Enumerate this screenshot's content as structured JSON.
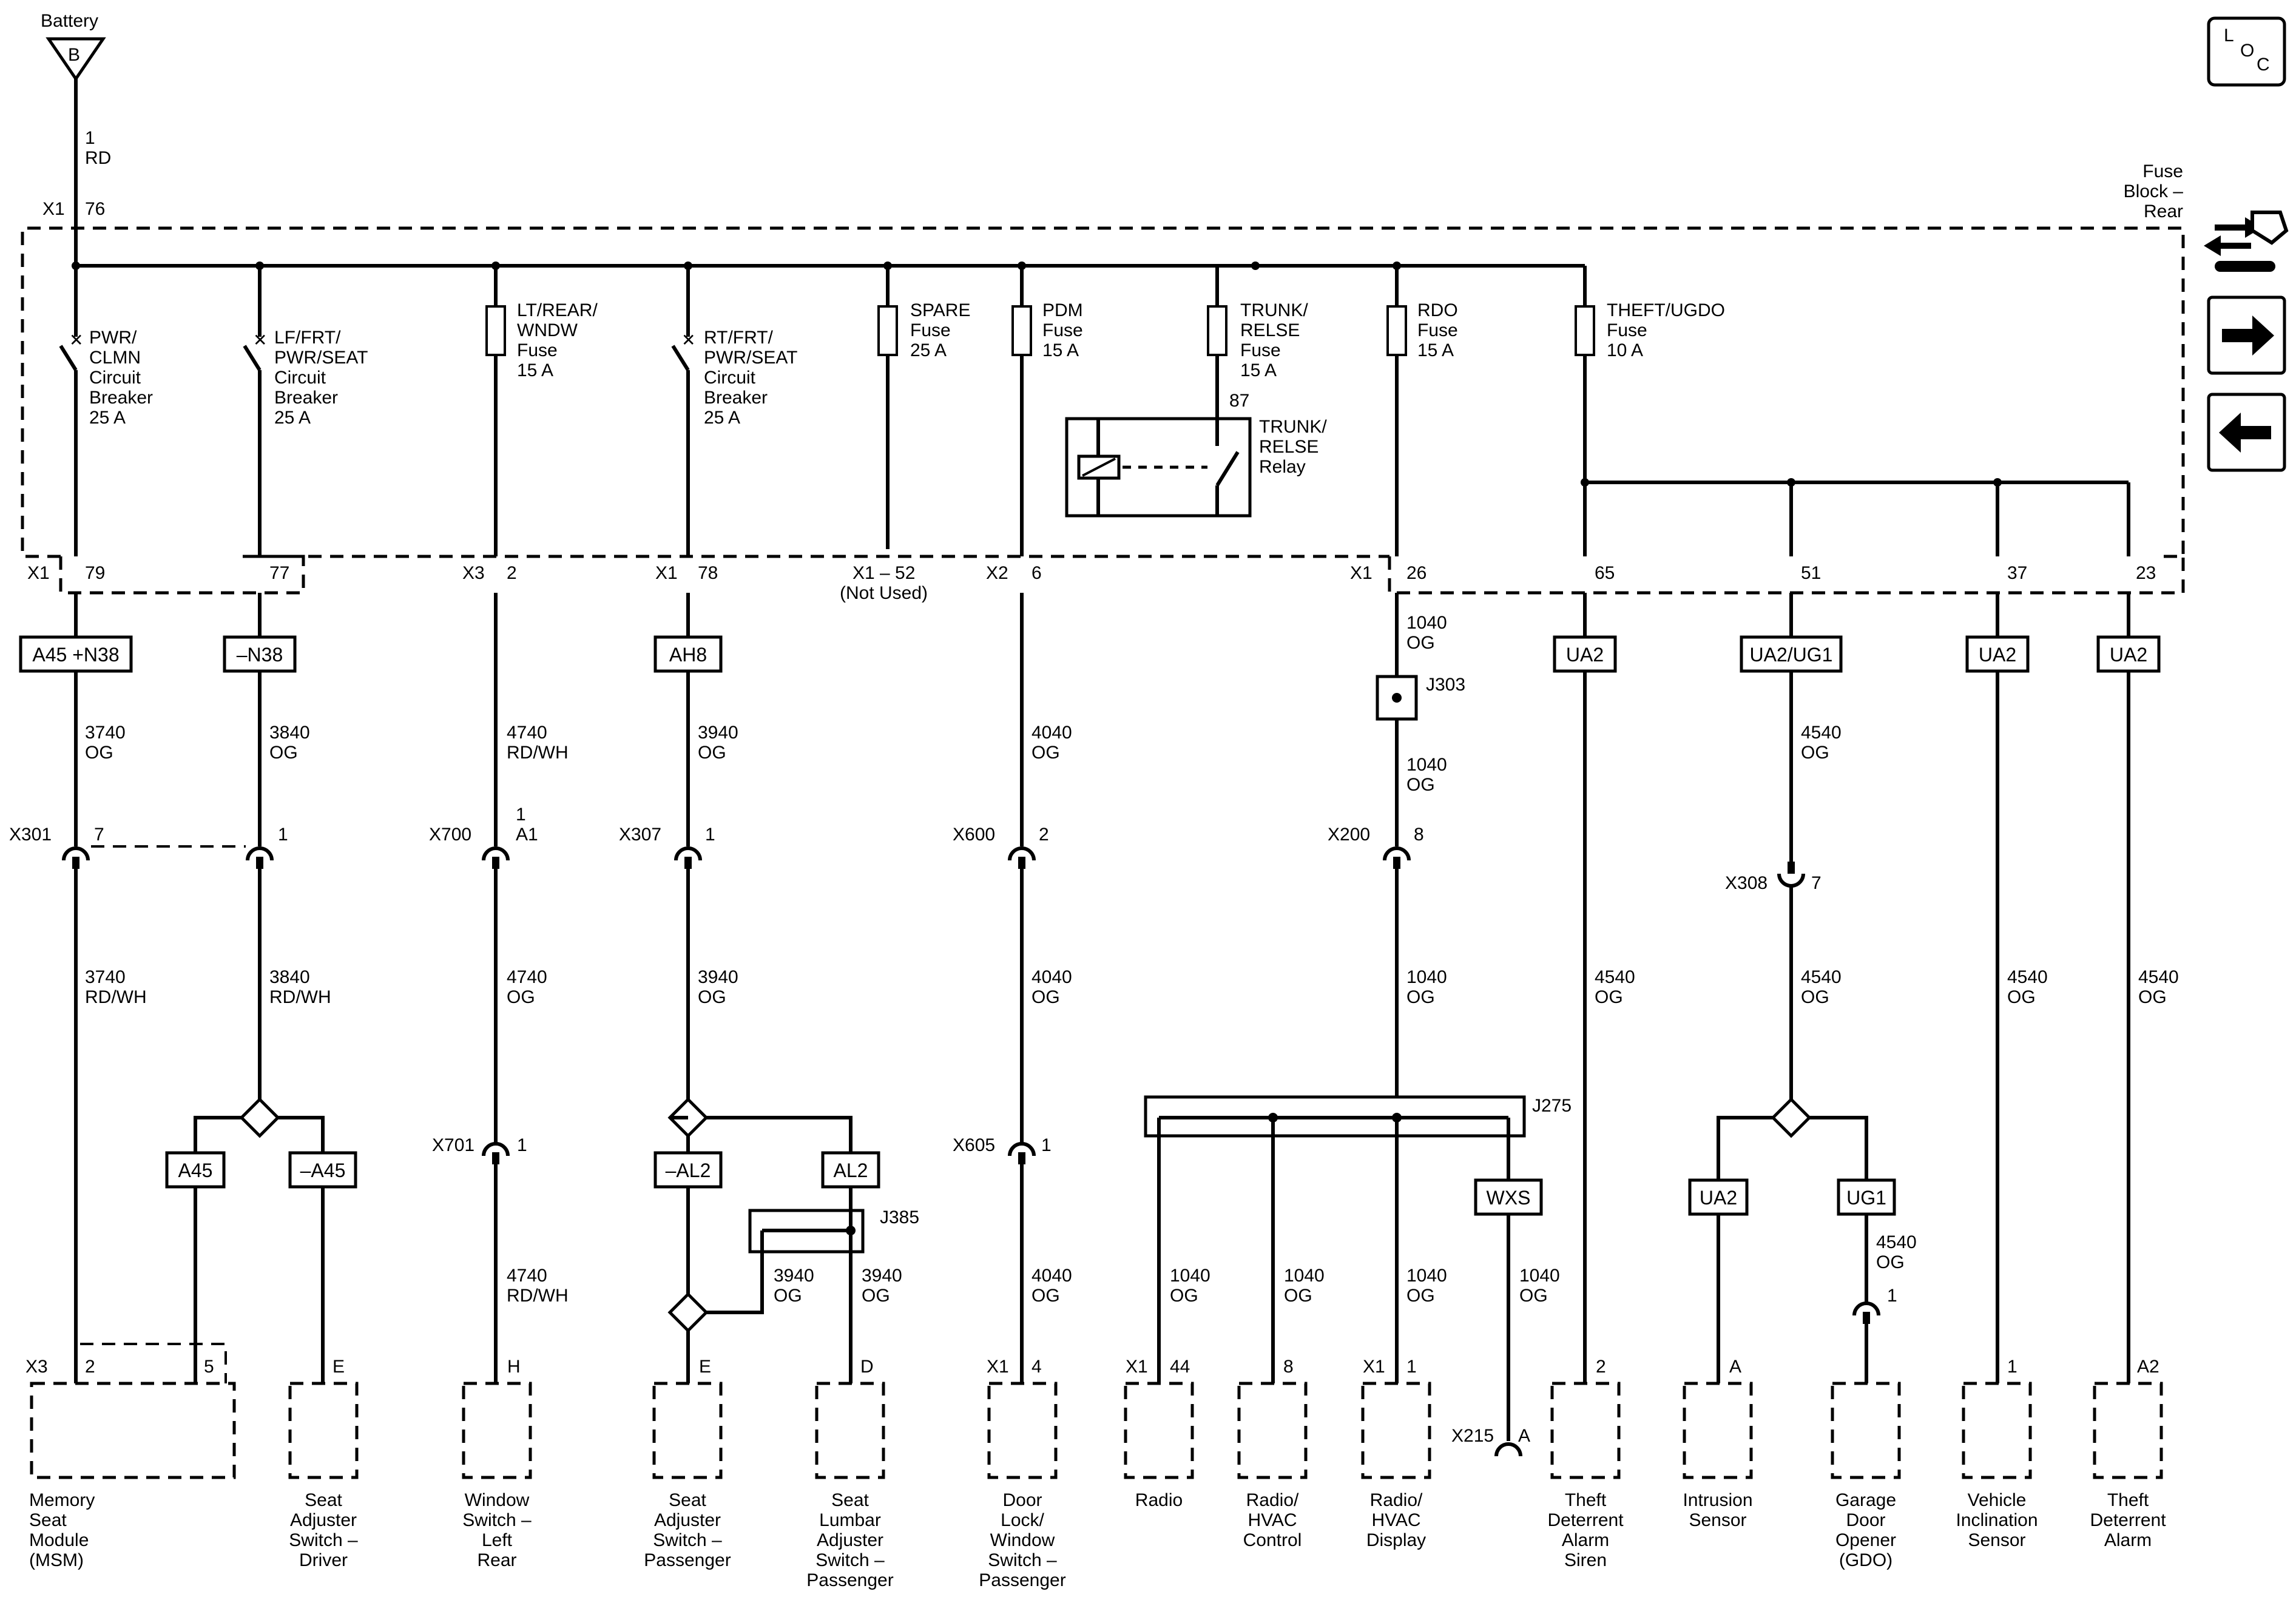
{
  "battery": {
    "label": "Battery",
    "symbol": "B",
    "wire": [
      "1",
      "RD"
    ]
  },
  "loc": [
    "L",
    "O",
    "C"
  ],
  "fuse_block": {
    "lines": [
      "Fuse",
      "Block –",
      "Rear"
    ],
    "top_connector": "X1",
    "top_pin": "76"
  },
  "devices": [
    {
      "lines": [
        "PWR/",
        "CLMN",
        "Circuit",
        "Breaker",
        "25 A"
      ]
    },
    {
      "lines": [
        "LF/FRT/",
        "PWR/SEAT",
        "Circuit",
        "Breaker",
        "25 A"
      ]
    },
    {
      "lines": [
        "LT/REAR/",
        "WNDW",
        "Fuse",
        "15 A"
      ]
    },
    {
      "lines": [
        "RT/FRT/",
        "PWR/SEAT",
        "Circuit",
        "Breaker",
        "25 A"
      ]
    },
    {
      "lines": [
        "SPARE",
        "Fuse",
        "25 A"
      ]
    },
    {
      "lines": [
        "PDM",
        "Fuse",
        "15 A"
      ]
    },
    {
      "lines": [
        "TRUNK/",
        "RELSE",
        "Fuse",
        "15 A"
      ]
    },
    {
      "lines": [
        "RDO",
        "Fuse",
        "15 A"
      ]
    },
    {
      "lines": [
        "THEFT/UGDO",
        "Fuse",
        "10 A"
      ]
    }
  ],
  "relay": {
    "lines": [
      "TRUNK/",
      "RELSE",
      "Relay"
    ],
    "pin": "87"
  },
  "fb_pins": [
    {
      "conn": "X1",
      "pin": "79"
    },
    {
      "conn": "",
      "pin": "77"
    },
    {
      "conn": "X3",
      "pin": "2"
    },
    {
      "conn": "X1",
      "pin": "78"
    },
    {
      "conn": "X1 – 52",
      "pin": "(Not Used)"
    },
    {
      "conn": "X2",
      "pin": "6"
    },
    {
      "conn": "X1",
      "pin": "26"
    },
    {
      "conn": "",
      "pin": "65"
    },
    {
      "conn": "",
      "pin": "51"
    },
    {
      "conn": "",
      "pin": "37"
    },
    {
      "conn": "",
      "pin": "23"
    }
  ],
  "options": [
    "A45 +N38",
    "–N38",
    "AH8",
    "UA2",
    "UA2/UG1",
    "UA2",
    "UA2"
  ],
  "wires_top": [
    [
      "3740",
      "OG"
    ],
    [
      "3840",
      "OG"
    ],
    [
      "4740",
      "RD/WH"
    ],
    [
      "3940",
      "OG"
    ],
    [
      "4040",
      "OG"
    ],
    [
      "1040",
      "OG"
    ],
    [
      "1040",
      "OG"
    ],
    [
      "4540",
      "OG"
    ]
  ],
  "splice_j303": "J303",
  "inline": [
    {
      "conn": "X301",
      "pin": "7"
    },
    {
      "conn": "",
      "pin": "1"
    },
    {
      "conn": "X700",
      "pin": "A1",
      "pin2": "1"
    },
    {
      "conn": "X307",
      "pin": "1"
    },
    {
      "conn": "X600",
      "pin": "2"
    },
    {
      "conn": "X200",
      "pin": "8"
    },
    {
      "conn": "X308",
      "pin": "7"
    }
  ],
  "wires_mid": [
    [
      "3740",
      "RD/WH"
    ],
    [
      "3840",
      "RD/WH"
    ],
    [
      "4740",
      "OG"
    ],
    [
      "3940",
      "OG"
    ],
    [
      "4040",
      "OG"
    ],
    [
      "1040",
      "OG"
    ],
    [
      "4540",
      "OG"
    ],
    [
      "4540",
      "OG"
    ],
    [
      "4540",
      "OG"
    ],
    [
      "4540",
      "OG"
    ]
  ],
  "options_low": [
    "A45",
    "–A45",
    "–AL2",
    "AL2",
    "WXS",
    "UA2",
    "UG1"
  ],
  "inline_low": [
    {
      "conn": "X701",
      "pin": "1"
    },
    {
      "conn": "X605",
      "pin": "1"
    },
    {
      "conn": "",
      "pin": "1"
    }
  ],
  "splices": [
    "J275",
    "J385"
  ],
  "wires_low": [
    [
      "4740",
      "RD/WH"
    ],
    [
      "3940",
      "OG"
    ],
    [
      "3940",
      "OG"
    ],
    [
      "4040",
      "OG"
    ],
    [
      "1040",
      "OG"
    ],
    [
      "1040",
      "OG"
    ],
    [
      "1040",
      "OG"
    ],
    [
      "1040",
      "OG"
    ],
    [
      "4540",
      "OG"
    ]
  ],
  "comp_pins": [
    {
      "conn": "X3",
      "pin": "2",
      "pin2": "5"
    },
    {
      "conn": "",
      "pin": "E"
    },
    {
      "conn": "",
      "pin": "H"
    },
    {
      "conn": "",
      "pin": "E"
    },
    {
      "conn": "",
      "pin": "D"
    },
    {
      "conn": "X1",
      "pin": "4"
    },
    {
      "conn": "X1",
      "pin": "44"
    },
    {
      "conn": "",
      "pin": "8"
    },
    {
      "conn": "X1",
      "pin": "1"
    },
    {
      "conn": "X215",
      "pin": "A"
    },
    {
      "conn": "",
      "pin": "2"
    },
    {
      "conn": "",
      "pin": "A"
    },
    {
      "conn": "",
      "pin": "1"
    },
    {
      "conn": "",
      "pin": "A2"
    }
  ],
  "components": [
    {
      "lines": [
        "Memory",
        "Seat",
        "Module",
        "(MSM)"
      ]
    },
    {
      "lines": [
        "Seat",
        "Adjuster",
        "Switch –",
        "Driver"
      ]
    },
    {
      "lines": [
        "Window",
        "Switch –",
        "Left",
        "Rear"
      ]
    },
    {
      "lines": [
        "Seat",
        "Adjuster",
        "Switch –",
        "Passenger"
      ]
    },
    {
      "lines": [
        "Seat",
        "Lumbar",
        "Adjuster",
        "Switch –",
        "Passenger"
      ]
    },
    {
      "lines": [
        "Door",
        "Lock/",
        "Window",
        "Switch –",
        "Passenger"
      ]
    },
    {
      "lines": [
        "Radio"
      ]
    },
    {
      "lines": [
        "Radio/",
        "HVAC",
        "Control"
      ]
    },
    {
      "lines": [
        "Radio/",
        "HVAC",
        "Display"
      ]
    },
    {
      "lines": [
        "Theft",
        "Deterrent",
        "Alarm",
        "Siren"
      ]
    },
    {
      "lines": [
        "Intrusion",
        "Sensor"
      ]
    },
    {
      "lines": [
        "Garage",
        "Door",
        "Opener",
        "(GDO)"
      ]
    },
    {
      "lines": [
        "Vehicle",
        "Inclination",
        "Sensor"
      ]
    },
    {
      "lines": [
        "Theft",
        "Deterrent",
        "Alarm"
      ]
    }
  ],
  "nav_icons": [
    "wiring-tools-icon",
    "arrow-right-icon",
    "arrow-left-icon"
  ]
}
